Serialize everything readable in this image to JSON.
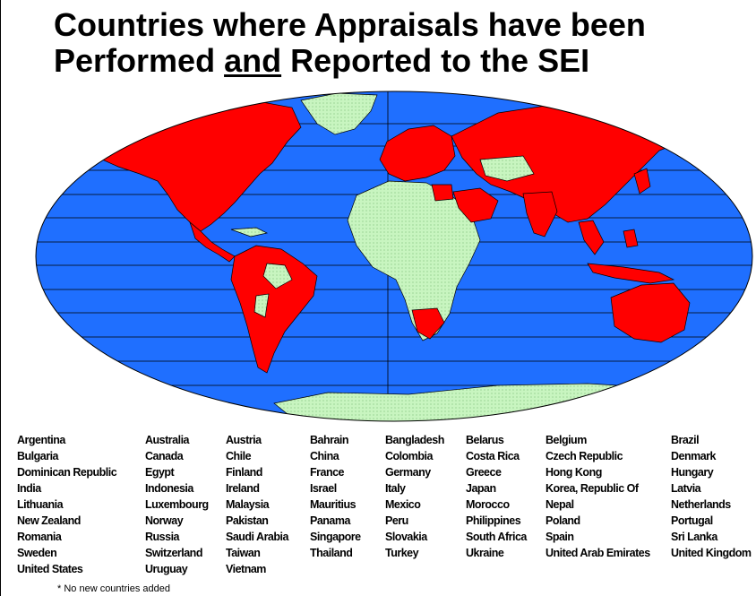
{
  "title": {
    "line1": "Countries where Appraisals have been",
    "line2_before": "Performed ",
    "line2_underlined": "and",
    "line2_after": " Reported to the SEI"
  },
  "map": {
    "colors": {
      "ocean": "#1f6fff",
      "land_no_appraisal": "#c8f5c0",
      "land_appraisal": "#ff0000",
      "borders": "#000000"
    }
  },
  "countries": [
    "Argentina",
    "Australia",
    "Austria",
    "Bahrain",
    "Bangladesh",
    "Belarus",
    "Belgium",
    "Brazil",
    "Bulgaria",
    "Canada",
    "Chile",
    "China",
    "Colombia",
    "Costa Rica",
    "Czech Republic",
    "Denmark",
    "Dominican Republic",
    "Egypt",
    "Finland",
    "France",
    "Germany",
    "Greece",
    "Hong Kong",
    "Hungary",
    "India",
    "Indonesia",
    "Ireland",
    "Israel",
    "Italy",
    "Japan",
    "Korea, Republic Of",
    "Latvia",
    "Lithuania",
    "Luxembourg",
    "Malaysia",
    "Mauritius",
    "Mexico",
    "Morocco",
    "Nepal",
    "Netherlands",
    "New Zealand",
    "Norway",
    "Pakistan",
    "Panama",
    "Peru",
    "Philippines",
    "Poland",
    "Portugal",
    "Romania",
    "Russia",
    "Saudi Arabia",
    "Singapore",
    "Slovakia",
    "South Africa",
    "Spain",
    "Sri Lanka",
    "Sweden",
    "Switzerland",
    "Taiwan",
    "Thailand",
    "Turkey",
    "Ukraine",
    "United Arab Emirates",
    "United Kingdom",
    "United States",
    "Uruguay",
    "Vietnam"
  ],
  "footnote": "* No new countries added"
}
